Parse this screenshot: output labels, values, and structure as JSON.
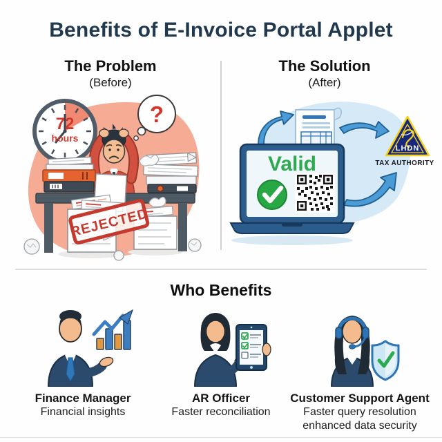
{
  "title": "Benefits of E-Invoice Portal Applet",
  "problem": {
    "heading": "The Problem",
    "subheading": "(Before)",
    "clock_hours": "72",
    "clock_unit": "hours",
    "thought_mark": "?",
    "stamp_label": "REJECTED"
  },
  "solution": {
    "heading": "The Solution",
    "subheading": "(After)",
    "screen_status": "Valid",
    "authority_name": "LHDN",
    "authority_caption": "TAX AUTHORITY"
  },
  "who_benefits": {
    "heading": "Who Benefits",
    "personas": [
      {
        "role": "Finance Manager",
        "benefits": [
          "Financial insights"
        ]
      },
      {
        "role": "AR Officer",
        "benefits": [
          "Faster reconciliation"
        ]
      },
      {
        "role": "Customer Support Agent",
        "benefits": [
          "Faster query resolution",
          "enhanced data security"
        ]
      }
    ]
  },
  "colors": {
    "title_navy": "#21394e",
    "accent_red": "#d0382e",
    "stamp_red": "#c43a2e",
    "valid_green": "#2daa4f",
    "arrow_blue": "#4b9cd6",
    "lhdn_navy": "#17277c",
    "lhdn_yellow": "#f5cf1b",
    "salmon_blob": "#f5ab94",
    "blue_blob": "#d5e9f6",
    "suit_navy": "#2c4a6b"
  }
}
